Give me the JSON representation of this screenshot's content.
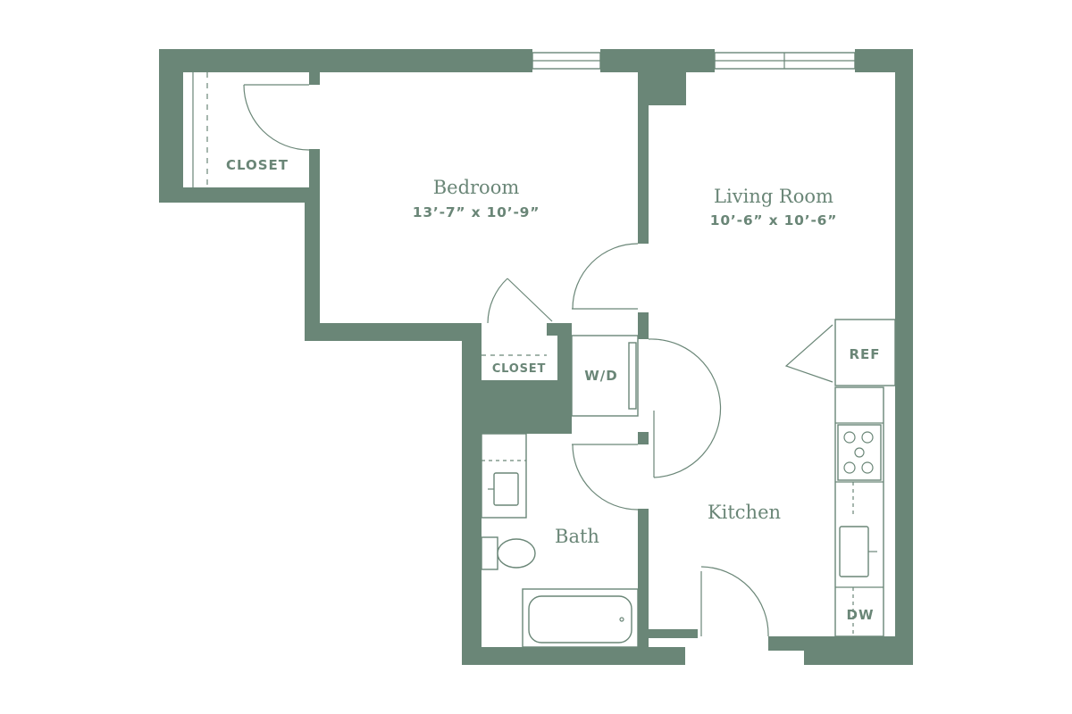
{
  "colors": {
    "wall": "#6a8677",
    "fill": "#ffffff"
  },
  "rooms": {
    "bedroom": {
      "name": "Bedroom",
      "dimensions": "13’-7” x 10’-9”"
    },
    "living_room": {
      "name": "Living Room",
      "dimensions": "10’-6” x 10’-6”"
    },
    "kitchen": {
      "name": "Kitchen"
    },
    "bath": {
      "name": "Bath"
    }
  },
  "labels": {
    "closet_1": "CLOSET",
    "closet_2": "CLOSET",
    "washer_dryer": "W/D",
    "refrigerator": "REF",
    "dishwasher": "DW"
  },
  "icons": [
    "door-swing-icon",
    "window-icon",
    "stove-icon",
    "sink-icon",
    "toilet-icon",
    "bathtub-icon"
  ]
}
